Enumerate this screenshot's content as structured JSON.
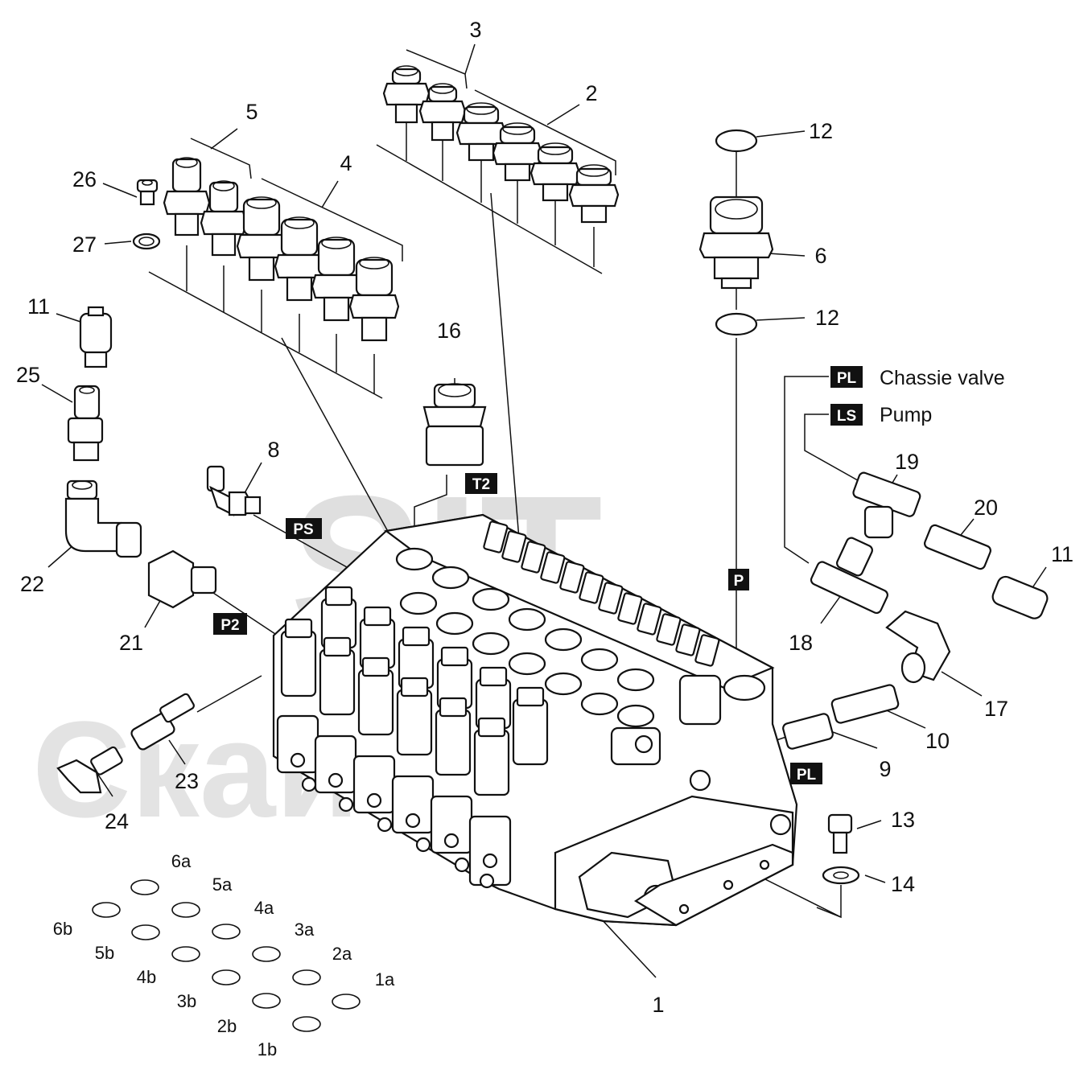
{
  "callouts": [
    {
      "id": "1",
      "label": "1"
    },
    {
      "id": "2",
      "label": "2"
    },
    {
      "id": "3",
      "label": "3"
    },
    {
      "id": "4",
      "label": "4"
    },
    {
      "id": "5",
      "label": "5"
    },
    {
      "id": "6",
      "label": "6"
    },
    {
      "id": "8",
      "label": "8"
    },
    {
      "id": "9",
      "label": "9"
    },
    {
      "id": "10",
      "label": "10"
    },
    {
      "id": "11-left",
      "label": "11"
    },
    {
      "id": "11-right",
      "label": "11"
    },
    {
      "id": "12-top",
      "label": "12"
    },
    {
      "id": "12-bottom",
      "label": "12"
    },
    {
      "id": "13",
      "label": "13"
    },
    {
      "id": "14",
      "label": "14"
    },
    {
      "id": "16",
      "label": "16"
    },
    {
      "id": "17",
      "label": "17"
    },
    {
      "id": "18",
      "label": "18"
    },
    {
      "id": "19",
      "label": "19"
    },
    {
      "id": "20",
      "label": "20"
    },
    {
      "id": "21",
      "label": "21"
    },
    {
      "id": "22",
      "label": "22"
    },
    {
      "id": "23",
      "label": "23"
    },
    {
      "id": "24",
      "label": "24"
    },
    {
      "id": "25",
      "label": "25"
    },
    {
      "id": "26",
      "label": "26"
    },
    {
      "id": "27",
      "label": "27"
    }
  ],
  "ports": {
    "pl_top": {
      "tag": "PL",
      "desc": "Chassie valve"
    },
    "ls": {
      "tag": "LS",
      "desc": "Pump"
    },
    "t2": {
      "tag": "T2"
    },
    "ps": {
      "tag": "PS"
    },
    "p": {
      "tag": "P"
    },
    "p2": {
      "tag": "P2"
    },
    "pl_bottom": {
      "tag": "PL"
    }
  },
  "orings": [
    {
      "id": "6a",
      "label": "6a"
    },
    {
      "id": "5a",
      "label": "5a"
    },
    {
      "id": "4a",
      "label": "4a"
    },
    {
      "id": "3a",
      "label": "3a"
    },
    {
      "id": "2a",
      "label": "2a"
    },
    {
      "id": "1a",
      "label": "1a"
    },
    {
      "id": "6b",
      "label": "6b"
    },
    {
      "id": "5b",
      "label": "5b"
    },
    {
      "id": "4b",
      "label": "4b"
    },
    {
      "id": "3b",
      "label": "3b"
    },
    {
      "id": "2b",
      "label": "2b"
    },
    {
      "id": "1b",
      "label": "1b"
    }
  ],
  "watermark": {
    "logo": "SIT",
    "text": "СкайтрТек"
  },
  "colors": {
    "line": "#111111",
    "tag_bg": "#111111",
    "tag_text": "#ffffff",
    "watermark": "#d8d8d8"
  }
}
